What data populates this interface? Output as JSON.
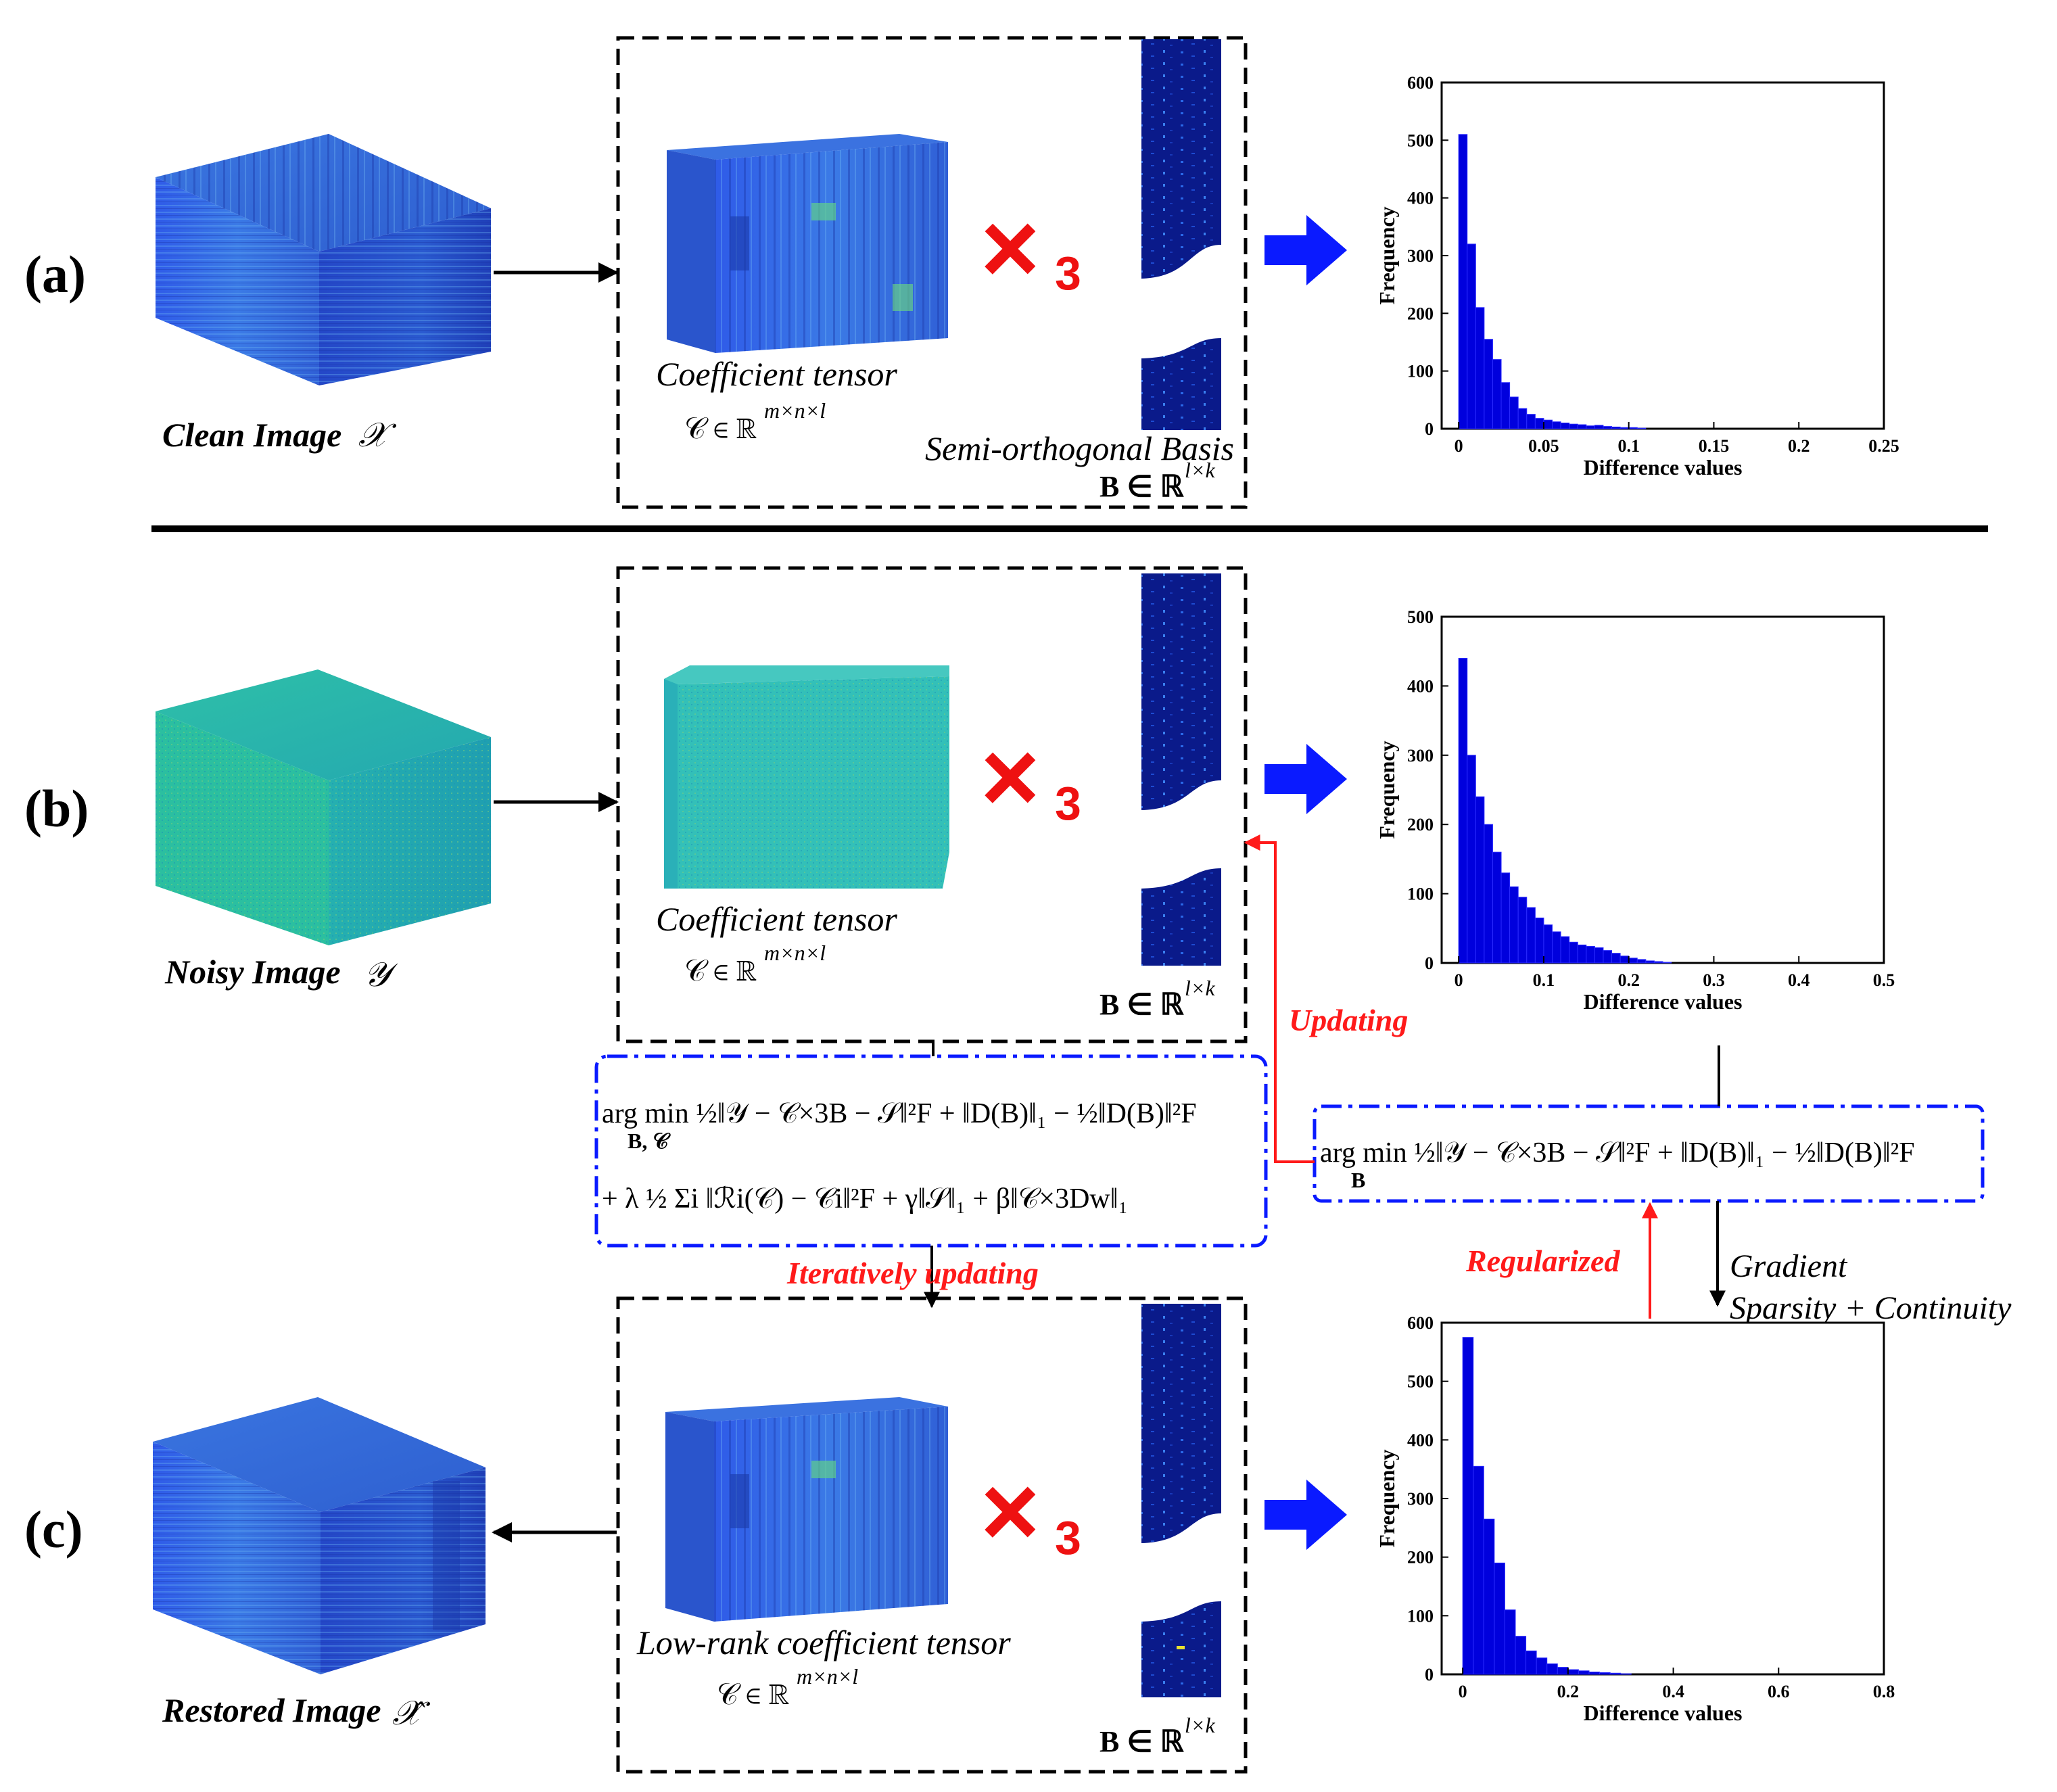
{
  "panels": {
    "a": {
      "label": "(a)",
      "image_caption": "Clean Image",
      "image_symbol": "𝒳",
      "coef_caption": "Coefficient tensor",
      "coef_math": "𝒞 ∈ ℝ",
      "coef_sup": "m×n×l",
      "basis_caption": "Semi-orthogonal Basis",
      "basis_math": "B ∈ ℝ",
      "basis_sup": "l×k"
    },
    "b": {
      "label": "(b)",
      "image_caption": "Noisy Image",
      "image_symbol": "𝒴",
      "coef_caption": "Coefficient tensor",
      "coef_math": "𝒞 ∈ ℝ",
      "coef_sup": "m×n×l",
      "basis_math": "B ∈ ℝ",
      "basis_sup": "l×k"
    },
    "c": {
      "label": "(c)",
      "image_caption": "Restored Image",
      "image_symbol": "𝒳̂",
      "coef_caption": "Low-rank coefficient tensor",
      "coef_math": "𝒞 ∈ ℝ",
      "coef_sup": "m×n×l",
      "basis_math": "B ∈ ℝ",
      "basis_sup": "l×k"
    }
  },
  "operator": {
    "symbol": "×",
    "subscript": "3"
  },
  "annotations": {
    "updating": "Updating",
    "iteratively_updating": "Iteratively updating",
    "regularized": "Regularized",
    "gradient_line1": "Gradient",
    "gradient_line2": "Sparsity + Continuity"
  },
  "formulas": {
    "left_line1": "arg min ½‖𝒴 − 𝒞×3B − 𝒮‖²F + ‖D(B)‖₁ − ½‖D(B)‖²F",
    "left_sub": "B, 𝒞",
    "left_line2": "+ λ ½ Σi ‖ℛi(𝒞) − 𝒞i‖²F + γ‖𝒮‖₁ + β‖𝒞×3Dw‖₁",
    "right_line1": "arg min ½‖𝒴 − 𝒞×3B − 𝒮‖²F + ‖D(B)‖₁ − ½‖D(B)‖²F",
    "right_sub": "B"
  },
  "chart_data": [
    {
      "type": "bar",
      "title": "",
      "xlabel": "Difference values",
      "ylabel": "Frequency",
      "xlim": [
        -0.01,
        0.25
      ],
      "ylim": [
        0,
        600
      ],
      "xticks": [
        "0",
        "0.05",
        "0.1",
        "0.15",
        "0.2",
        "0.25"
      ],
      "yticks": [
        "0",
        "100",
        "200",
        "300",
        "400",
        "500",
        "600"
      ],
      "bin_width": 0.005,
      "x": [
        0.0025,
        0.0075,
        0.0125,
        0.0175,
        0.0225,
        0.0275,
        0.0325,
        0.0375,
        0.0425,
        0.0475,
        0.0525,
        0.0575,
        0.0625,
        0.0675,
        0.0725,
        0.0775,
        0.0825,
        0.0875,
        0.0925,
        0.0975,
        0.1025,
        0.1075
      ],
      "values": [
        510,
        320,
        210,
        155,
        120,
        80,
        55,
        35,
        25,
        18,
        15,
        12,
        10,
        8,
        7,
        5,
        6,
        4,
        3,
        2,
        2,
        1
      ]
    },
    {
      "type": "bar",
      "title": "",
      "xlabel": "Difference values",
      "ylabel": "Frequency",
      "xlim": [
        -0.02,
        0.5
      ],
      "ylim": [
        0,
        500
      ],
      "xticks": [
        "0",
        "0.1",
        "0.2",
        "0.3",
        "0.4",
        "0.5"
      ],
      "yticks": [
        "0",
        "100",
        "200",
        "300",
        "400",
        "500"
      ],
      "bin_width": 0.01,
      "x": [
        0.005,
        0.015,
        0.025,
        0.035,
        0.045,
        0.055,
        0.065,
        0.075,
        0.085,
        0.095,
        0.105,
        0.115,
        0.125,
        0.135,
        0.145,
        0.155,
        0.165,
        0.175,
        0.185,
        0.195,
        0.205,
        0.215,
        0.225,
        0.235,
        0.245
      ],
      "values": [
        440,
        300,
        240,
        200,
        160,
        130,
        110,
        95,
        80,
        65,
        55,
        45,
        38,
        30,
        26,
        24,
        22,
        18,
        14,
        10,
        7,
        5,
        3,
        2,
        1
      ]
    },
    {
      "type": "bar",
      "title": "",
      "xlabel": "Difference values",
      "ylabel": "Frequency",
      "xlim": [
        -0.04,
        0.8
      ],
      "ylim": [
        0,
        600
      ],
      "xticks": [
        "0",
        "0.2",
        "0.4",
        "0.6",
        "0.8"
      ],
      "yticks": [
        "0",
        "100",
        "200",
        "300",
        "400",
        "500",
        "600"
      ],
      "bin_width": 0.02,
      "x": [
        0.01,
        0.03,
        0.05,
        0.07,
        0.09,
        0.11,
        0.13,
        0.15,
        0.17,
        0.19,
        0.21,
        0.23,
        0.25,
        0.27,
        0.29,
        0.31
      ],
      "values": [
        575,
        355,
        265,
        190,
        110,
        65,
        40,
        28,
        18,
        12,
        8,
        6,
        4,
        3,
        2,
        1
      ]
    }
  ],
  "colors": {
    "accent_blue": "#0a1aff",
    "red": "#ff1a1a",
    "dark_bar": "#0000dd"
  }
}
